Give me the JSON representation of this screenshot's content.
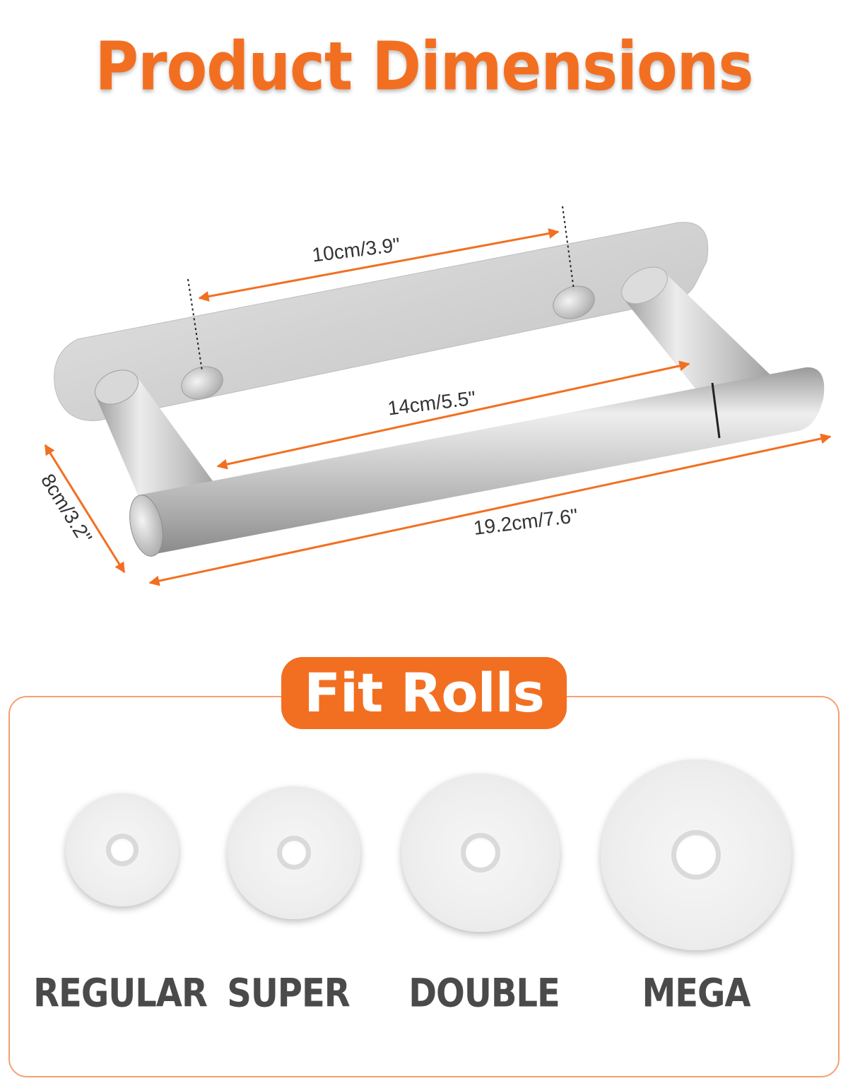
{
  "header": {
    "title": "Product Dimensions"
  },
  "dimensions": {
    "screw_spacing": "10cm/3.9\"",
    "bar_inner_length": "14cm/5.5\"",
    "total_length": "19.2cm/7.6\"",
    "depth": "8cm/3.2\""
  },
  "fit_rolls": {
    "badge": "Fit Rolls",
    "rolls": [
      {
        "label": "REGULAR"
      },
      {
        "label": "SUPER"
      },
      {
        "label": "DOUBLE"
      },
      {
        "label": "MEGA"
      }
    ]
  },
  "colors": {
    "accent": "#f26f21",
    "arrow": "#f26f21",
    "label_gray": "#4a4a4a",
    "steel": "#c9c9c9"
  }
}
